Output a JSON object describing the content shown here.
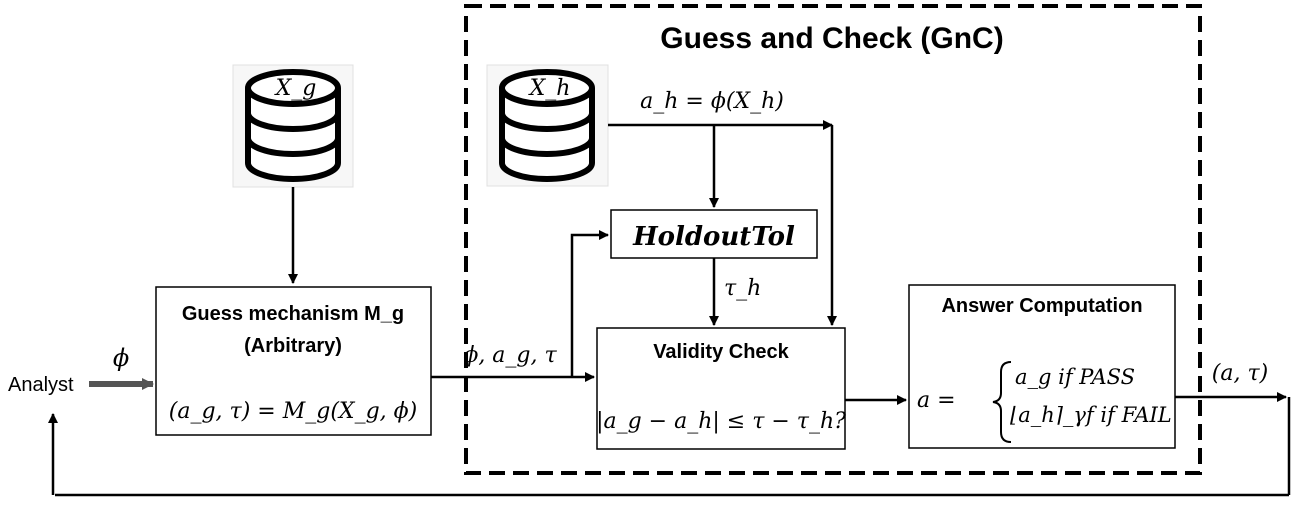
{
  "title": "Guess and Check (GnC)",
  "datasets": {
    "guess": "X_g",
    "holdout": "X_h"
  },
  "holdout_answer": "a_h = ϕ(X_h)",
  "holdout_tol": "HoldoutTol",
  "tau_h": "τ_h",
  "guess_mechanism": {
    "title": "Guess mechanism M_g",
    "subtitle": "(Arbitrary)",
    "formula": "(a_g, τ) = M_g(X_g, ϕ)"
  },
  "analyst": "Analyst",
  "phi": "ϕ",
  "guess_output": "ϕ, a_g, τ",
  "validity_check": {
    "title": "Validity Check",
    "formula": "|a_g − a_h| ≤ τ − τ_h?"
  },
  "answer_computation": {
    "title": "Answer Computation",
    "lhs": "a =",
    "pass_case": "a_g if PASS",
    "fail_case": "⌊a_h⌉_γf if FAIL"
  },
  "output": "(a, τ)"
}
